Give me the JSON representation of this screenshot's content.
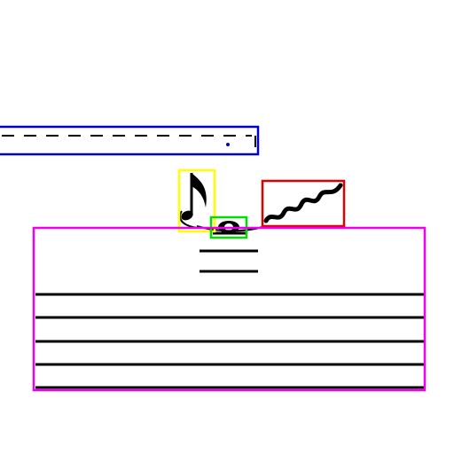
{
  "scene": {
    "background_color": "#ffffff",
    "ink_color": "#000000"
  },
  "annotations": [
    {
      "label": "dashed-line",
      "color": "#0000cc"
    },
    {
      "label": "eighth-note",
      "color": "#ffff00"
    },
    {
      "label": "whole-note",
      "color": "#00dd00"
    },
    {
      "label": "wavy-line",
      "color": "#dd0000"
    },
    {
      "label": "staff",
      "color": "#ee00ee"
    }
  ],
  "icons": {
    "note": "eighth-note-icon",
    "notehead": "whole-note-icon",
    "trill": "wavy-line-icon"
  }
}
